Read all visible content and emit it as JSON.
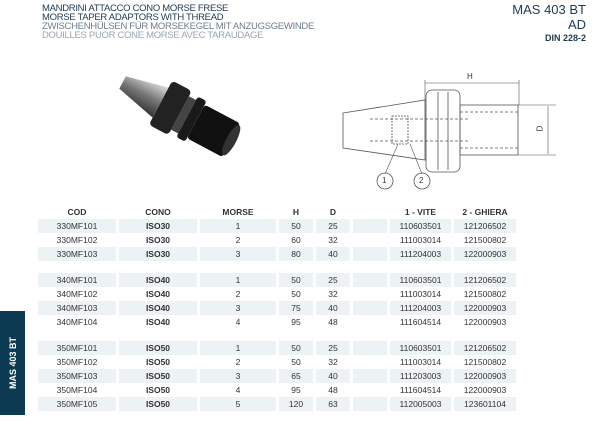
{
  "header": {
    "titles": [
      "MANDRINI ATTACCO CONO MORSE FRESE",
      "MORSE TAPER ADAPTORS WITH THREAD",
      "ZWISCHENHÜLSEN FÜR MORSEKEGEL MIT ANZUGSGEWINDE",
      "DOUILLES PUOR CONE MORSE AVEC TARAUDAGE"
    ],
    "code": "MAS 403 BT",
    "sub": "AD",
    "norm": "DIN 228-2"
  },
  "side_tab": "MAS 403 BT",
  "drawing": {
    "h_label": "H",
    "d_label": "D",
    "callout_1": "1",
    "callout_2": "2"
  },
  "table": {
    "headers": [
      "COD",
      "CONO",
      "MORSE",
      "H",
      "D",
      "",
      "1 - VITE",
      "2 - GHIERA"
    ],
    "groups": [
      [
        [
          "330MF101",
          "ISO30",
          "1",
          "50",
          "25",
          "",
          "110603501",
          "121206502"
        ],
        [
          "330MF102",
          "ISO30",
          "2",
          "60",
          "32",
          "",
          "111003014",
          "121500802"
        ],
        [
          "330MF103",
          "ISO30",
          "3",
          "80",
          "40",
          "",
          "111204003",
          "122000903"
        ]
      ],
      [
        [
          "340MF101",
          "ISO40",
          "1",
          "50",
          "25",
          "",
          "110603501",
          "121206502"
        ],
        [
          "340MF102",
          "ISO40",
          "2",
          "50",
          "32",
          "",
          "111003014",
          "121500802"
        ],
        [
          "340MF103",
          "ISO40",
          "3",
          "75",
          "40",
          "",
          "111204003",
          "122000903"
        ],
        [
          "340MF104",
          "ISO40",
          "4",
          "95",
          "48",
          "",
          "111604514",
          "122000903"
        ]
      ],
      [
        [
          "350MF101",
          "ISO50",
          "1",
          "50",
          "25",
          "",
          "110603501",
          "121206502"
        ],
        [
          "350MF102",
          "ISO50",
          "2",
          "50",
          "32",
          "",
          "111003014",
          "121500802"
        ],
        [
          "350MF103",
          "ISO50",
          "3",
          "65",
          "40",
          "",
          "111203003",
          "122000903"
        ],
        [
          "350MF104",
          "ISO50",
          "4",
          "95",
          "48",
          "",
          "111604514",
          "122000903"
        ],
        [
          "350MF105",
          "ISO50",
          "5",
          "120",
          "63",
          "",
          "112005003",
          "123601104"
        ]
      ]
    ]
  }
}
